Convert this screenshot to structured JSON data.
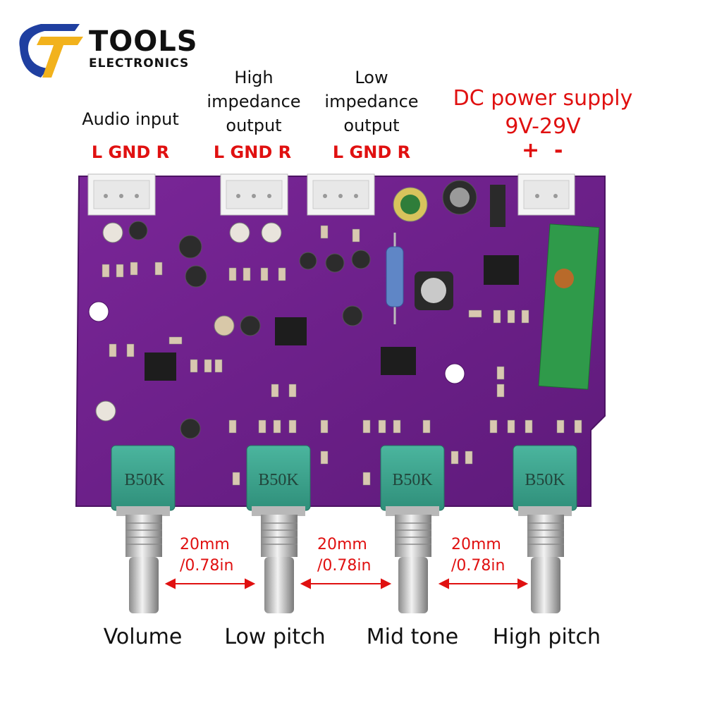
{
  "logo": {
    "line1": "TOOLS",
    "line2": "ELECTRONICS"
  },
  "top_labels": {
    "audio_input": "Audio input",
    "high_imp": [
      "High",
      "impedance",
      "output"
    ],
    "low_imp": [
      "Low",
      "impedance",
      "output"
    ],
    "dc_supply": [
      "DC power supply",
      "9V-29V"
    ],
    "polarity": "+  -"
  },
  "connector_pins": "L GND R",
  "pot_value": "B50K",
  "spacing": [
    "20mm",
    "/0.78in"
  ],
  "bottom_labels": [
    "Volume",
    "Low pitch",
    "Mid tone",
    "High pitch"
  ],
  "colors": {
    "board": "#6a1f86",
    "pot": "#3aa58e",
    "accent": "#e01010",
    "logo_blue": "#1f3fa0",
    "logo_yellow": "#f2b21c"
  }
}
